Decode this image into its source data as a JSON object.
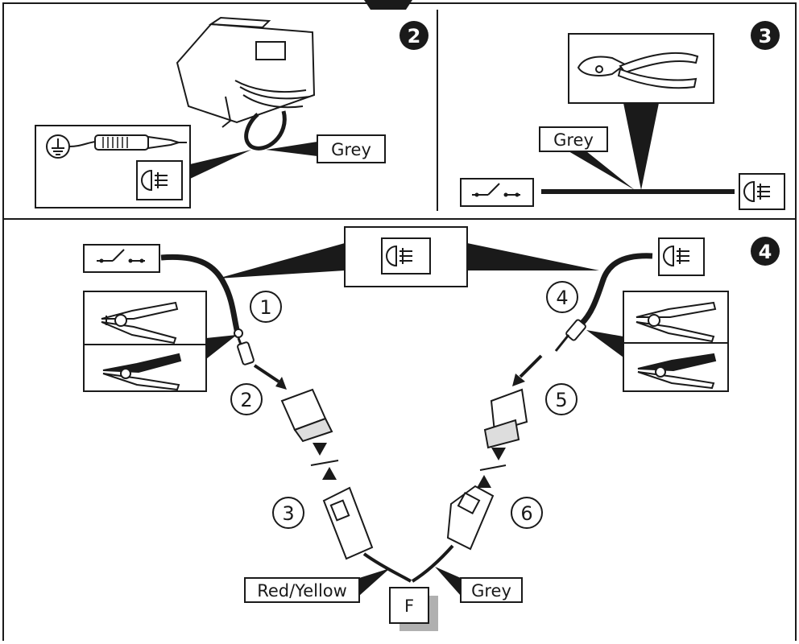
{
  "panels": {
    "p2": {
      "badge": "2",
      "wire_label": "Grey"
    },
    "p3": {
      "badge": "3",
      "wire_label": "Grey"
    },
    "p4": {
      "badge": "4",
      "fuse_label": "F",
      "left_wire_label": "Red/Yellow",
      "right_wire_label": "Grey"
    }
  },
  "steps": [
    "1",
    "2",
    "3",
    "4",
    "5",
    "6"
  ],
  "icons": {
    "switch": "switch-icon",
    "fog_lamp": "fog-lamp-icon",
    "ground": "ground-icon",
    "test_lamp": "test-lamp-icon",
    "cutter": "wire-cutter-icon",
    "stripper": "wire-stripper-icon",
    "crimper": "crimping-tool-icon"
  },
  "colors": {
    "ink": "#1a1a1a",
    "badge_bg": "#1a1a1a",
    "fuse_shadow": "#b0b0b0"
  }
}
